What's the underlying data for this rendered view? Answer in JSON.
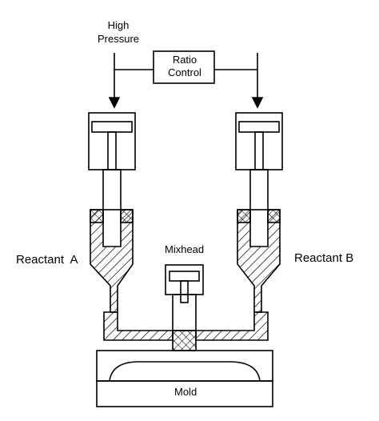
{
  "labels": {
    "high_pressure": "High\nPressure",
    "ratio_control": "Ratio\nControl",
    "reactant_a": "Reactant  A",
    "reactant_b": "Reactant B",
    "mixhead": "Mixhead",
    "mold": "Mold"
  }
}
